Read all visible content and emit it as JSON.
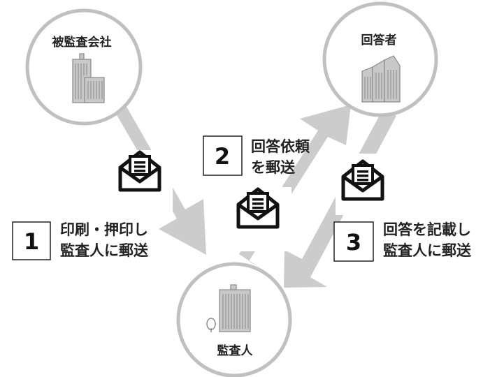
{
  "nodes": {
    "audited_company": {
      "label": "被監査会社"
    },
    "respondent": {
      "label": "回答者"
    },
    "auditor": {
      "label": "監査人"
    }
  },
  "steps": [
    {
      "number": "1",
      "line1": "印刷・押印し",
      "line2": "監査人に郵送"
    },
    {
      "number": "2",
      "line1": "回答依頼",
      "line2": "を郵送"
    },
    {
      "number": "3",
      "line1": "回答を記載し",
      "line2": "監査人に郵送"
    }
  ],
  "colors": {
    "arrow": "#cccccc",
    "circle_border": "#c0c0c0",
    "building": "#c8c8c8",
    "building_stroke": "#8a8a8a",
    "envelope": "#111111",
    "text": "#222222"
  },
  "icons": {
    "envelope": "open-envelope-icon",
    "company_building": "office-buildings-icon",
    "respondent_building": "modern-building-icon",
    "auditor_building": "office-tower-icon"
  }
}
